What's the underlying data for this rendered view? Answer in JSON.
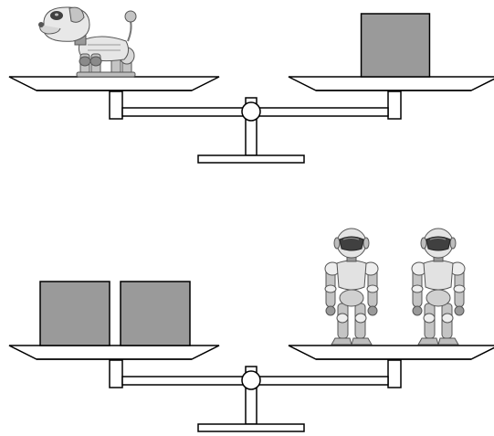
{
  "scales": [
    {
      "id": "top",
      "left_pan": {
        "items": [
          {
            "kind": "robot-dog"
          }
        ]
      },
      "right_pan": {
        "items": [
          {
            "kind": "weight-block"
          }
        ]
      }
    },
    {
      "id": "bottom",
      "left_pan": {
        "items": [
          {
            "kind": "weight-block"
          },
          {
            "kind": "weight-block"
          }
        ]
      },
      "right_pan": {
        "items": [
          {
            "kind": "humanoid-robot"
          },
          {
            "kind": "humanoid-robot"
          }
        ]
      }
    }
  ],
  "colors": {
    "outline": "#000000",
    "block_fill": "#9a9a9a",
    "robot_light": "#eeeeee",
    "robot_mid": "#c4c4c4",
    "robot_dark": "#7a7a7a",
    "visor": "#404040"
  }
}
